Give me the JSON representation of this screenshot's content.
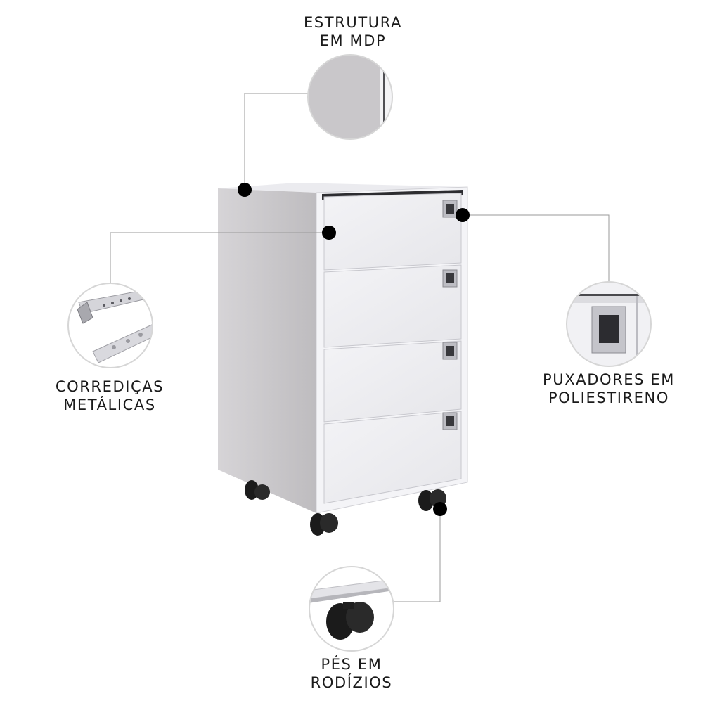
{
  "callouts": {
    "estrutura": {
      "line1": "ESTRUTURA",
      "line2": "EM MDP"
    },
    "corredicas": {
      "line1": "CORREDIÇAS",
      "line2": "METÁLICAS"
    },
    "puxadores": {
      "line1": "PUXADORES EM",
      "line2": "POLIESTIRENO"
    },
    "pes": {
      "line1": "PÉS EM",
      "line2": "RODÍZIOS"
    }
  },
  "colors": {
    "cabinet_front": "#eeeef2",
    "cabinet_side": "#c8c6c9",
    "wheel": "#1b1b1b",
    "leader_line": "#9a9a9a",
    "dot": "#000000"
  },
  "icons": [
    "drawer-handle-icon",
    "caster-wheel-icon",
    "drawer-slide-icon"
  ]
}
